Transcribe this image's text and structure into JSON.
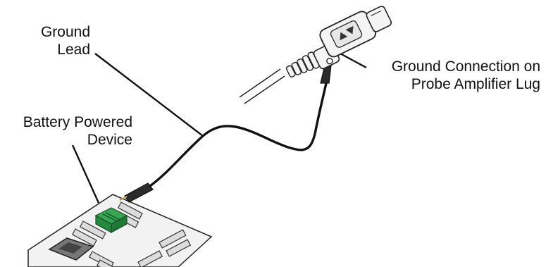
{
  "labels": {
    "ground_lead": [
      "Ground",
      "Lead"
    ],
    "battery_device": [
      "Battery Powered",
      "Device"
    ],
    "ground_connection": [
      "Ground Connection on",
      "Probe Amplifier Lug"
    ]
  },
  "colors": {
    "board": "#f2f2f2",
    "board_outline": "#222222",
    "chip": "#555555",
    "battery": "#2e9b4a",
    "cable": "#111111",
    "probe_body": "#f4f4f4"
  },
  "icons": [
    "probe-amplifier-icon",
    "circuit-board-icon",
    "alligator-clip-icon"
  ]
}
